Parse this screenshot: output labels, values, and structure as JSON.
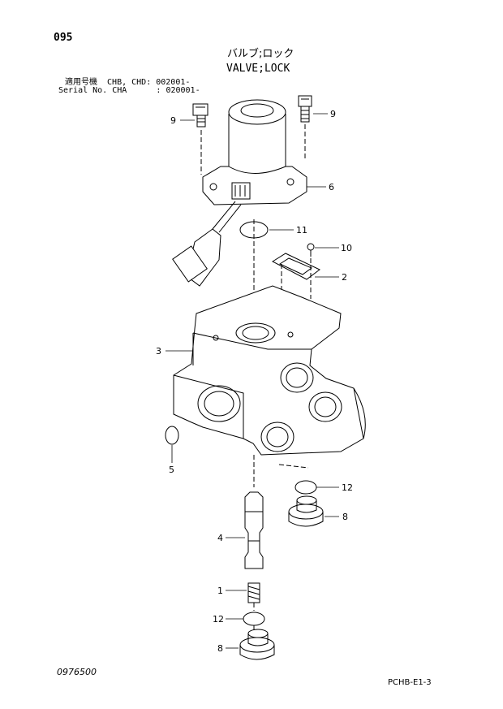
{
  "header": {
    "page_number": "095",
    "title_jp": "バルブ;ロック",
    "title_en": "VALVE;LOCK",
    "applicability_line1": "適用号機  CHB, CHD: 002001-",
    "applicability_line2": "Serial No. CHA      : 020001-"
  },
  "footer": {
    "doc_code": "0976500",
    "page_code": "PCHB-E1-3"
  },
  "callouts": [
    "9",
    "9",
    "6",
    "11",
    "10",
    "2",
    "3",
    "5",
    "12",
    "8",
    "4",
    "1",
    "12",
    "8"
  ]
}
